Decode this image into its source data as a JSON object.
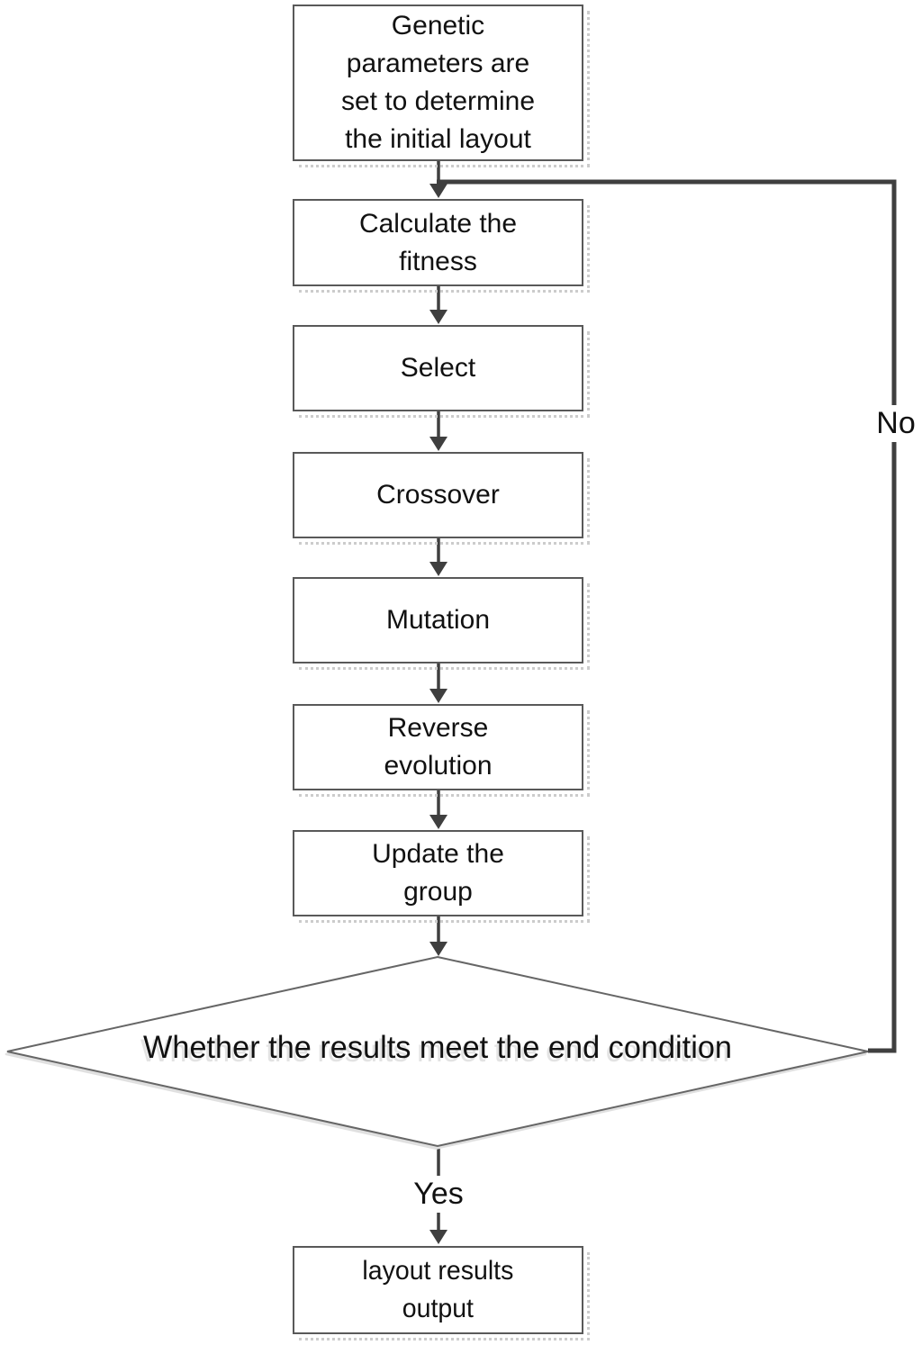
{
  "flowchart": {
    "nodes": {
      "init": {
        "label": "Genetic\nparameters are\nset to determine\nthe initial layout",
        "type": "process"
      },
      "fitness": {
        "label": "Calculate the\nfitness",
        "type": "process"
      },
      "select": {
        "label": "Select",
        "type": "process"
      },
      "crossover": {
        "label": "Crossover",
        "type": "process"
      },
      "mutation": {
        "label": "Mutation",
        "type": "process"
      },
      "reverse": {
        "label": "Reverse\nevolution",
        "type": "process"
      },
      "update": {
        "label": "Update the\ngroup",
        "type": "process"
      },
      "decision": {
        "label": "Whether the results meet the end condition",
        "type": "decision"
      },
      "output": {
        "label": "layout results\noutput",
        "type": "process"
      }
    },
    "edge_labels": {
      "yes": "Yes",
      "no": "No"
    },
    "colors": {
      "line": "#3f3f3f",
      "box_border": "#595959",
      "diamond_border": "#666666",
      "shadow_dots": "#cccccc",
      "text": "#111111",
      "background": "#ffffff"
    }
  }
}
